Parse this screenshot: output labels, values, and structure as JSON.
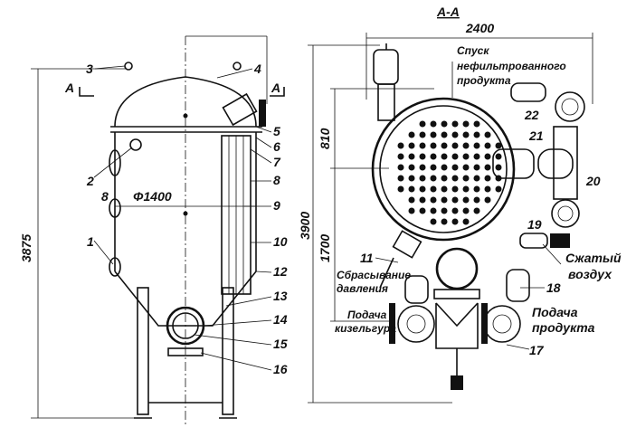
{
  "section_title": "А-А",
  "section_marks": [
    "А",
    "А"
  ],
  "dimensions": {
    "height_total": "3875",
    "diameter": "Φ1400",
    "width_section": "2400",
    "dim_810": "810",
    "dim_3900": "3900",
    "dim_1700": "1700"
  },
  "callouts_side": [
    "1",
    "2",
    "3",
    "4",
    "5",
    "6",
    "7",
    "8",
    "9",
    "10",
    "12",
    "13",
    "14",
    "15",
    "16"
  ],
  "callout_8_left": "8",
  "callouts_section": [
    "11",
    "17",
    "18",
    "19",
    "20",
    "21",
    "22"
  ],
  "labels": {
    "drain": [
      "Спуск",
      "нефильтрованного",
      "продукта"
    ],
    "pressure_release": [
      "Сбрасывание",
      "давления"
    ],
    "kieselguhr_feed": [
      "Подача",
      "кизельгура"
    ],
    "product_feed": [
      "Подача",
      "продукта"
    ],
    "compressed_air": [
      "Сжатый",
      "воздух"
    ]
  }
}
